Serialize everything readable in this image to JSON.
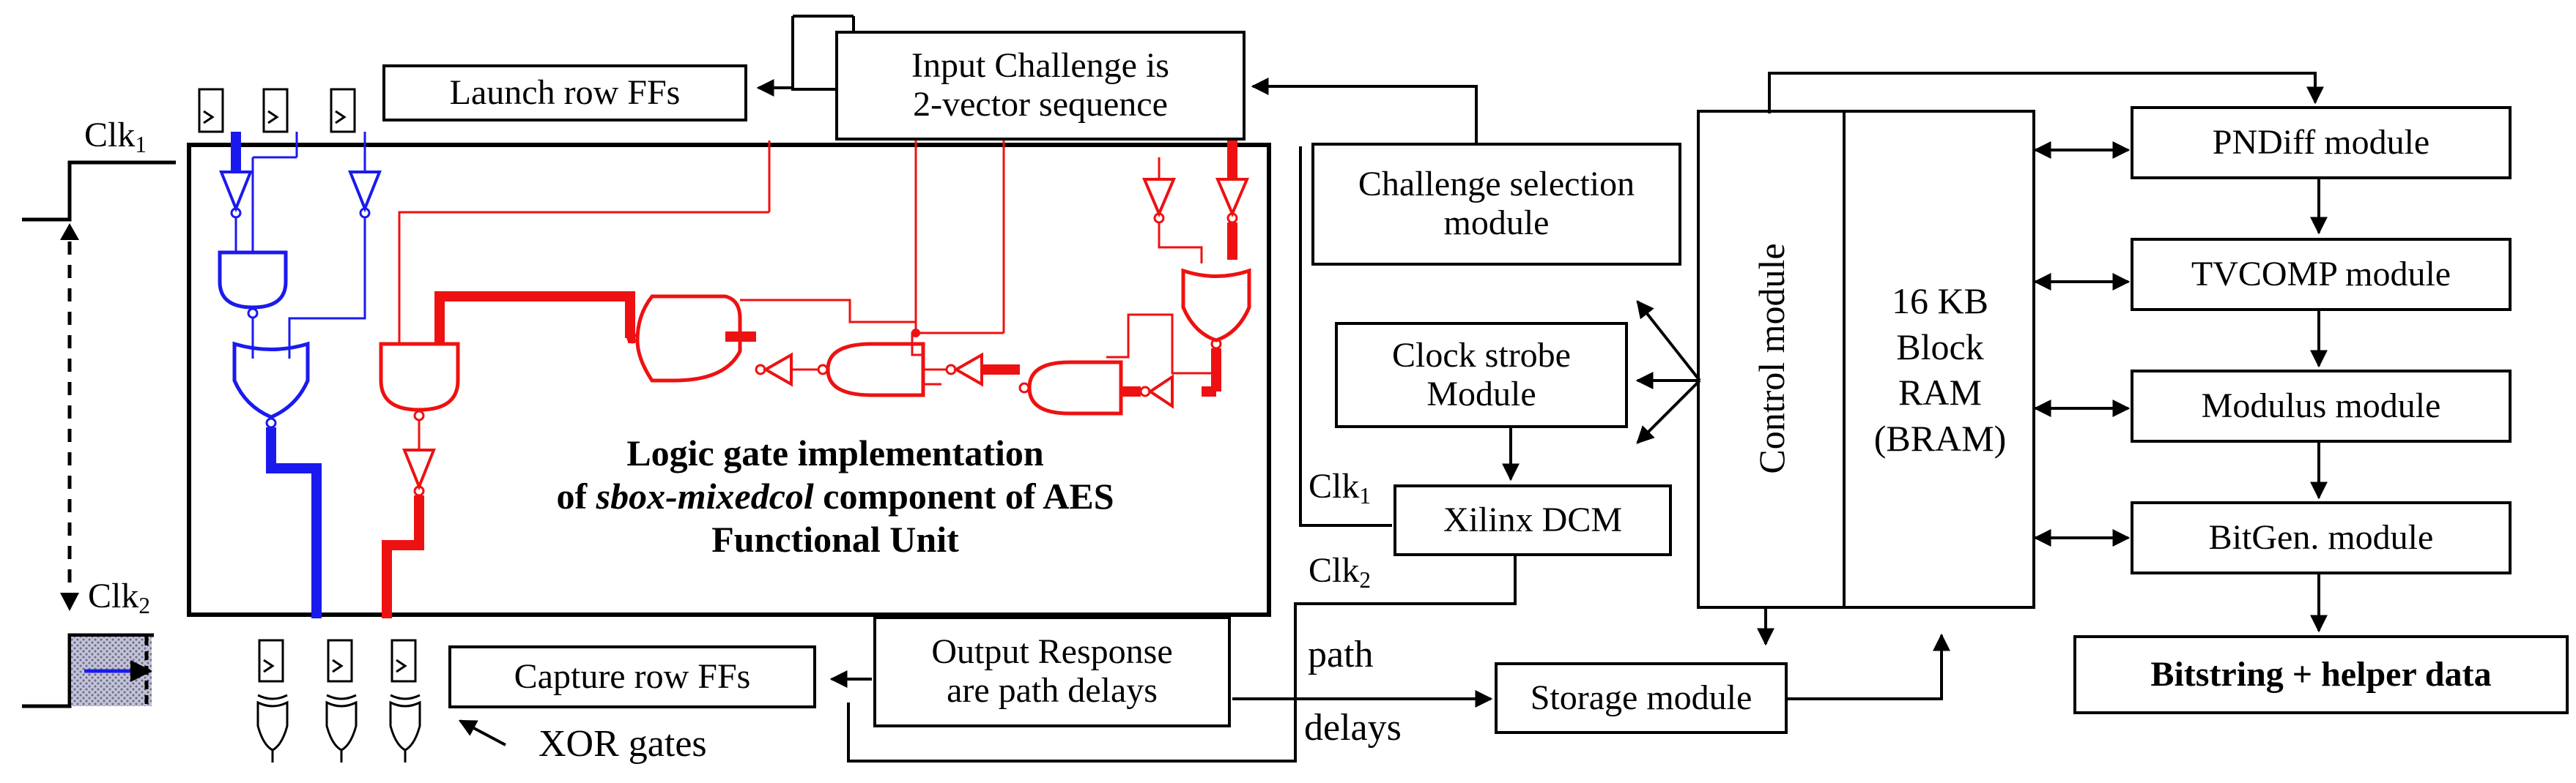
{
  "labels": {
    "launch_row": "Launch row FFs",
    "input_challenge_1": "Input Challenge is",
    "input_challenge_2": "2-vector sequence",
    "challenge_sel_1": "Challenge selection",
    "challenge_sel_2": "module",
    "clock_strobe_1": "Clock strobe",
    "clock_strobe_2": "Module",
    "control_module": "Control module",
    "bram_1": "16 KB",
    "bram_2": "Block",
    "bram_3": "RAM",
    "bram_4": "(BRAM)",
    "pndiff": "PNDiff module",
    "tvcomp": "TVCOMP module",
    "modulus": "Modulus module",
    "bitgen": "BitGen. module",
    "bitstring": "Bitstring + helper data",
    "xilinx_dcm": "Xilinx DCM",
    "clk": "Clk",
    "clk1_sub": "1",
    "clk2_sub": "2",
    "logic_1": "Logic gate implementation",
    "logic_2a": "of ",
    "logic_2b": "sbox-mixedcol",
    "logic_2c": " component of AES",
    "logic_3": "Functional Unit",
    "capture_row": "Capture row FFs",
    "output_resp_1": "Output Response",
    "output_resp_2": "are path delays",
    "path": "path",
    "delays": "delays",
    "storage": "Storage module",
    "xor_gates": "XOR gates"
  },
  "colors": {
    "blue": "#1a1aee",
    "red": "#ee1111",
    "black": "#000000",
    "shade": "#c8c8dc"
  },
  "icons": [
    "flip-flop-icon",
    "buffer-icon",
    "inverter-icon",
    "nand-gate-icon",
    "or-gate-icon",
    "xor-gate-icon",
    "arrow-icon",
    "clock-waveform-icon"
  ]
}
